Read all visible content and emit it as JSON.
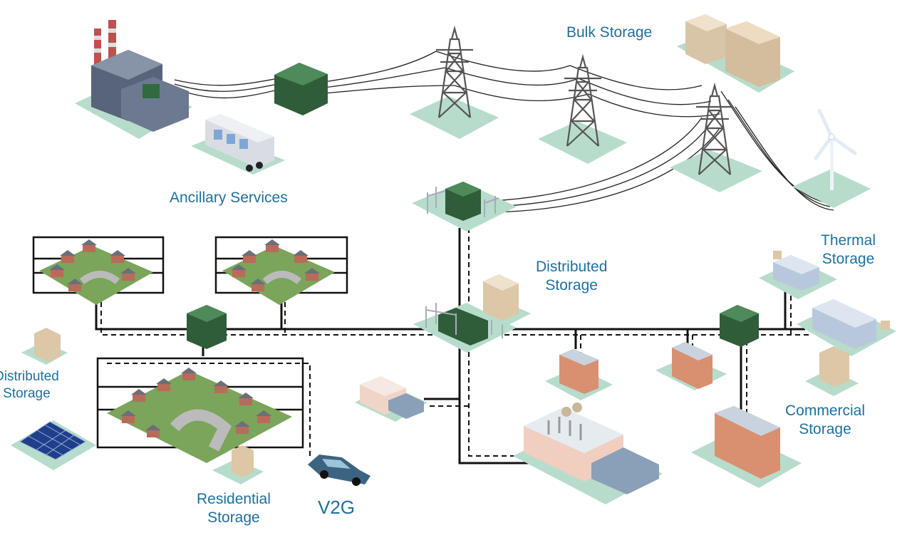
{
  "labels": {
    "bulk_storage": "Bulk Storage",
    "ancillary_services": "Ancillary Services",
    "distributed_storage_center": [
      "Distributed",
      "Storage"
    ],
    "thermal_storage": [
      "Thermal",
      "Storage"
    ],
    "distributed_storage_left": [
      "Distributed",
      "Storage"
    ],
    "commercial_storage": [
      "Commercial",
      "Storage"
    ],
    "residential_storage": [
      "Residential",
      "Storage"
    ],
    "v2g": "V2G"
  },
  "colors": {
    "label_text": "#1f6f9c",
    "platform": "#b7dccb",
    "transformer": "#2f5d3a",
    "line": "#111111",
    "tower": "#5a5a5a"
  }
}
